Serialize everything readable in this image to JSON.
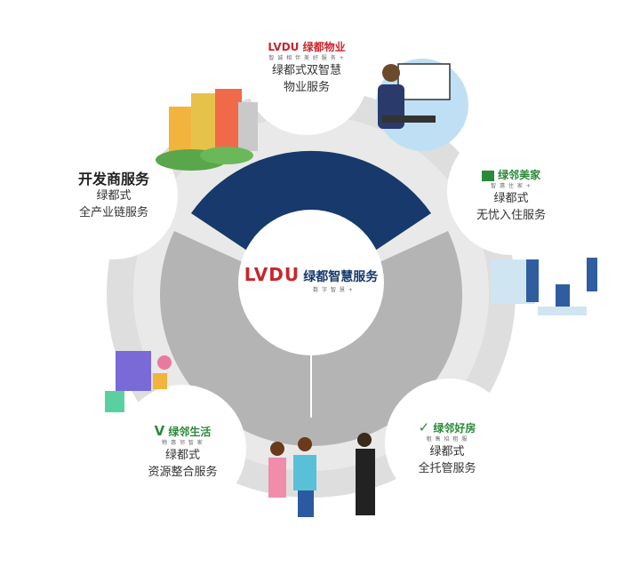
{
  "center_logo": {
    "brand_latin": "LVDU",
    "brand_cn": "绿都智慧服务",
    "tagline": "数 字 智 慧 +"
  },
  "nodes": {
    "property": {
      "logo_latin": "LVDU",
      "logo_cn": "绿都物业",
      "logo_tagline": "智 诚 相 伴   美 好 服 务 +",
      "line1": "绿都式双智慧",
      "line2": "物业服务"
    },
    "meijia": {
      "logo_cn": "绿邻美家",
      "logo_tagline": "智 惠 住 家 +",
      "line1": "绿都式",
      "line2": "无忧入住服务"
    },
    "haofang": {
      "logo_cn": "绿邻好房",
      "logo_tagline": "租 售 招 租 服",
      "line1": "绿都式",
      "line2": "全托管服务"
    },
    "shenghuo": {
      "logo_cn": "绿邻生活",
      "logo_tagline": "物 惠 邻 智 家",
      "line1": "绿都式",
      "line2": "资源整合服务"
    },
    "developer": {
      "title": "开发商服务",
      "line1": "绿都式",
      "line2": "全产业链服务"
    }
  },
  "colors": {
    "navy": "#17396b",
    "ring_gray": "#b4b4b4",
    "outer_gray": "#dcdcdc",
    "brand_red": "#c8262c",
    "brand_green": "#2a8a3a"
  }
}
